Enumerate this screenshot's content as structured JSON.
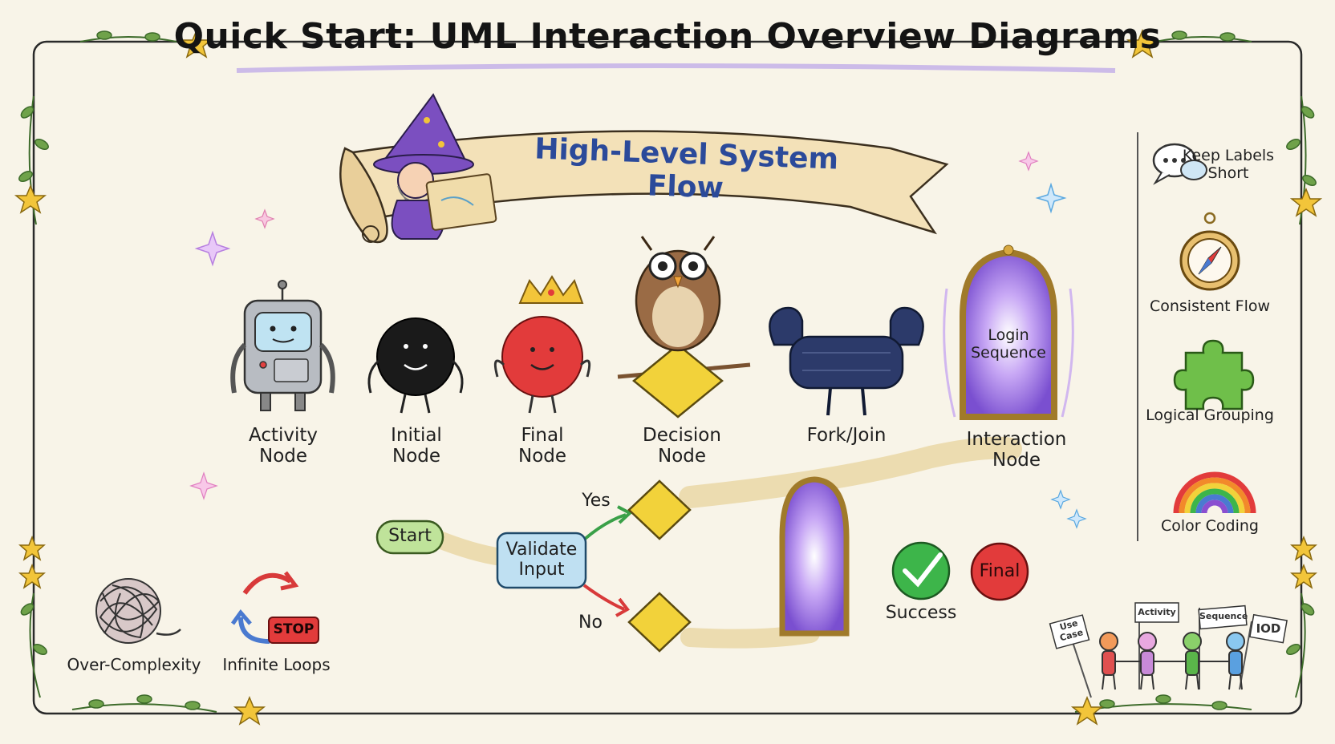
{
  "title": "Quick Start: UML Interaction Overview Diagrams",
  "banner": "High-Level System Flow",
  "nodes": {
    "activity": "Activity\nNode",
    "initial": "Initial\nNode",
    "final": "Final\nNode",
    "decision": "Decision\nNode",
    "fork_join": "Fork/Join",
    "interaction": "Interaction\nNode",
    "interaction_inner": "Login\nSequence"
  },
  "flow": {
    "start": "Start",
    "validate": "Validate\nInput",
    "yes": "Yes",
    "no": "No",
    "success": "Success",
    "final": "Final"
  },
  "tips": {
    "labels": "Keep Labels\nShort",
    "consistent": "Consistent Flow",
    "grouping": "Logical Grouping",
    "color": "Color Coding"
  },
  "pitfalls": {
    "complexity": "Over-Complexity",
    "loops": "Infinite Loops",
    "stop": "STOP"
  },
  "flags": {
    "use_case": "Use\nCase",
    "activity": "Activity",
    "sequence": "Sequence",
    "iod": "IOD"
  },
  "colors": {
    "decision": "#f2d23a",
    "final": "#e23b3b",
    "success": "#3db54a",
    "start": "#bfe39a",
    "validate": "#bfe0f2",
    "portal": "#a884e8",
    "path": "#ecdcb0"
  }
}
